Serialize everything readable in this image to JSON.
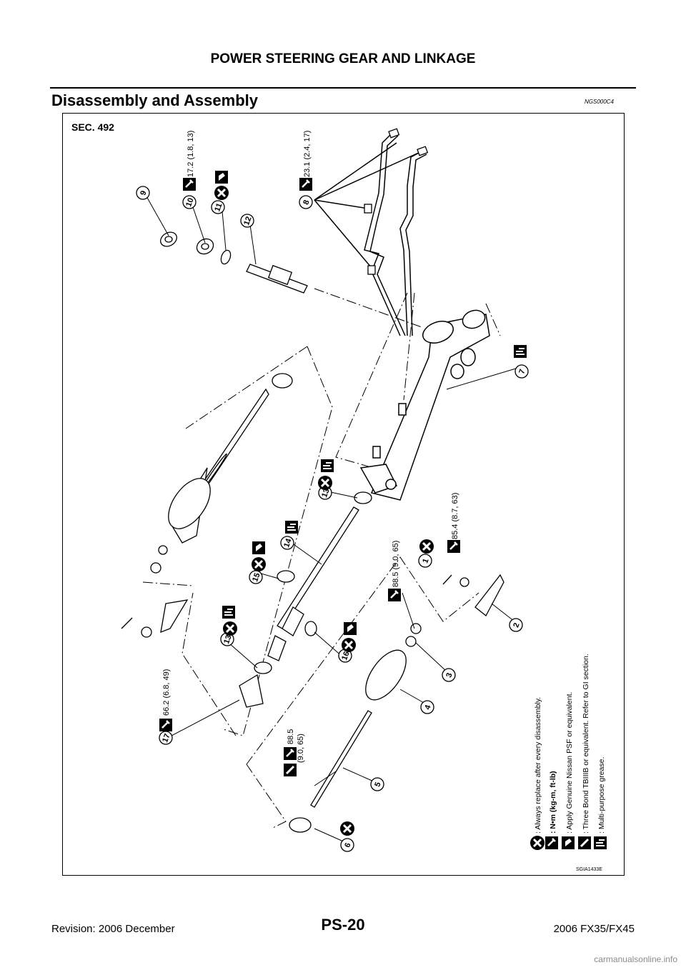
{
  "header": {
    "title": "POWER STEERING GEAR AND LINKAGE"
  },
  "section": {
    "title": "Disassembly and Assembly",
    "code": "NGS000C4"
  },
  "figure": {
    "sec_label": "SEC. 492",
    "figure_code": "SGIA1433E",
    "part_numbers": [
      "1",
      "2",
      "3",
      "4",
      "5",
      "6",
      "7",
      "8",
      "9",
      "10",
      "11",
      "12",
      "13",
      "13",
      "14",
      "15",
      "16",
      "17"
    ],
    "torques": {
      "t10": "17.2 (1.8, 13)",
      "t8": "23.1 (2.4, 17)",
      "t1": "85.4 (8.7, 63)",
      "t3": "88.5 (9.0, 65)",
      "t17": "66.2 (6.8, 49)",
      "t5a": "88.5",
      "t5b": "(9.0, 65)"
    },
    "legend": [
      ": Always replace after every disassembly.",
      ": N•m (kg-m, ft-lb)",
      ": Apply Genuine Nissan PSF  or equivalent.",
      ": Three Bond TBIIIB or equivalent. Refer to GI section.",
      ": Multi-purpose grease."
    ]
  },
  "footer": {
    "revision": "Revision: 2006 December",
    "page": "PS-20",
    "model": "2006 FX35/FX45"
  },
  "watermark": "carmanualsonline.info"
}
